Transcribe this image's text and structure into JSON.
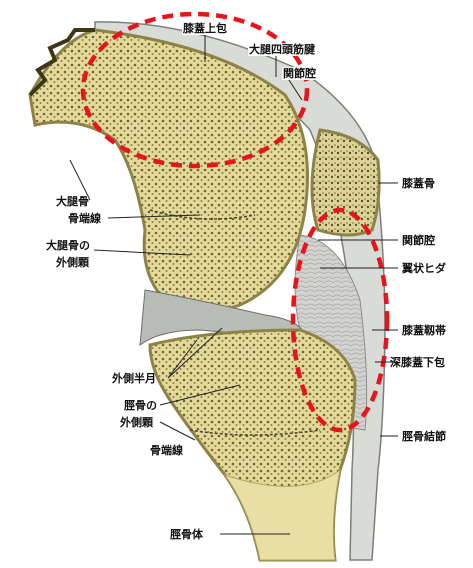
{
  "labels": {
    "suprapatellar_bursa": "膝蓋上包",
    "quadriceps_tendon": "大腿四頭筋腱",
    "joint_cavity_top": "関節腔",
    "patella": "膝蓋骨",
    "femur": "大腿骨",
    "epiphyseal_line_femur": "骨端線",
    "lateral_condyle_femur_1": "大腿骨の",
    "lateral_condyle_femur_2": "外側顆",
    "joint_cavity": "関節腔",
    "alar_fold": "翼状ヒダ",
    "patellar_ligament": "膝蓋靱帯",
    "lateral_meniscus": "外側半月",
    "deep_infrapatellar_bursa": "深膝蓋下包",
    "lateral_condyle_tibia_1": "脛骨の",
    "lateral_condyle_tibia_2": "外側顆",
    "epiphyseal_line_tibia": "骨端線",
    "tibial_tuberosity": "脛骨結節",
    "tibia_shaft": "脛骨体"
  },
  "colors": {
    "bone": "#e8dfa4",
    "bone_dark": "#b9ad6a",
    "cortex": "#f3efcf",
    "soft_tissue": "#c9cbc6",
    "tendon": "#d9dcd8",
    "highlight_circle": "#e8131b",
    "leader_line": "#222222"
  }
}
